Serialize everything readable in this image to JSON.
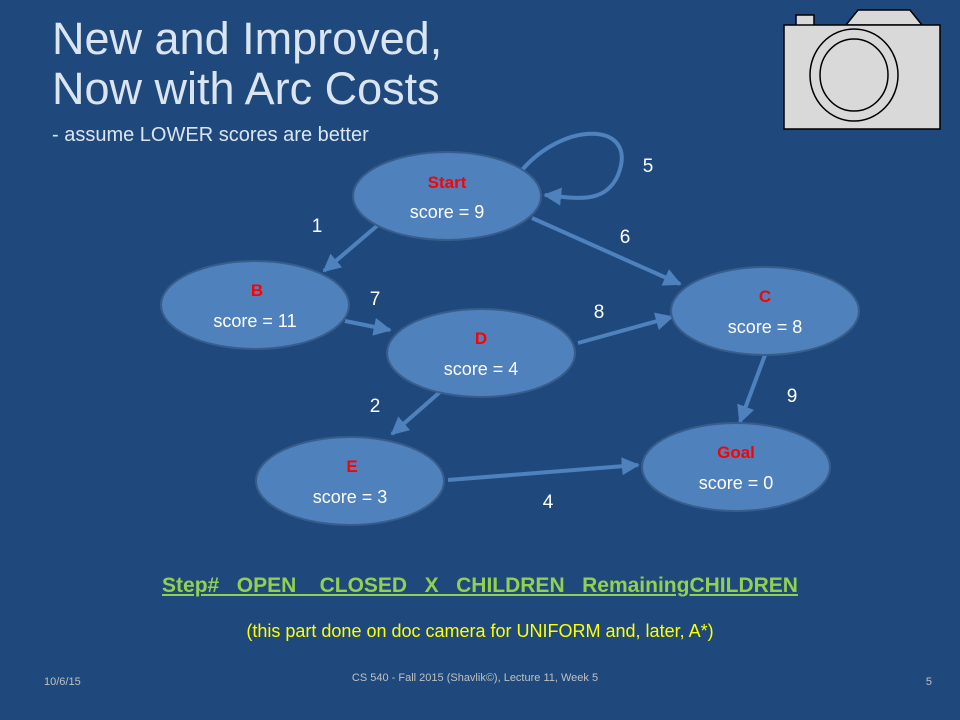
{
  "title_line1": "New and Improved,",
  "title_line2": "Now with Arc Costs",
  "subtitle": "- assume LOWER scores are better",
  "nodes": {
    "start": {
      "name": "Start",
      "score": "score = 9"
    },
    "b": {
      "name": "B",
      "score": "score = 11"
    },
    "c": {
      "name": "C",
      "score": "score = 8"
    },
    "d": {
      "name": "D",
      "score": "score = 4"
    },
    "e": {
      "name": "E",
      "score": "score = 3"
    },
    "goal": {
      "name": "Goal",
      "score": "score = 0"
    }
  },
  "arc_costs": {
    "start_start": "5",
    "start_b": "1",
    "start_c": "6",
    "b_d": "7",
    "d_c": "8",
    "d_e": "2",
    "c_goal": "9",
    "e_goal": "4"
  },
  "table_header": "Step#   OPEN    CLOSED   X   CHILDREN   RemainingCHILDREN",
  "table_note": "(this part done on doc camera for UNIFORM and, later,  A*)",
  "footer": {
    "date": "10/6/15",
    "course": "CS 540 - Fall 2015 (Shavlik©), Lecture 11, Week 5",
    "page": "5"
  },
  "colors": {
    "background": "#1f497d",
    "node_fill": "#4f81bd",
    "edge": "#4f81bd",
    "node_name": "#ff0000",
    "table_header": "#92d050",
    "table_note": "#ffff00"
  }
}
